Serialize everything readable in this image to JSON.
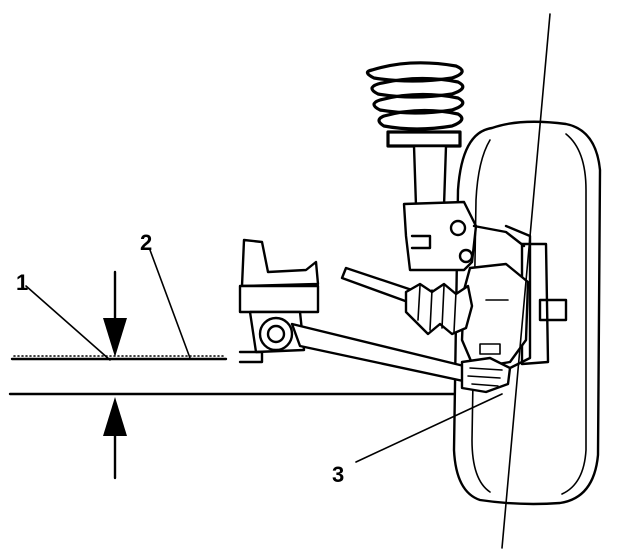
{
  "callouts": {
    "item1": "1",
    "item2": "2",
    "item3": "3"
  },
  "colors": {
    "ink": "#000000",
    "background": "#ffffff"
  }
}
